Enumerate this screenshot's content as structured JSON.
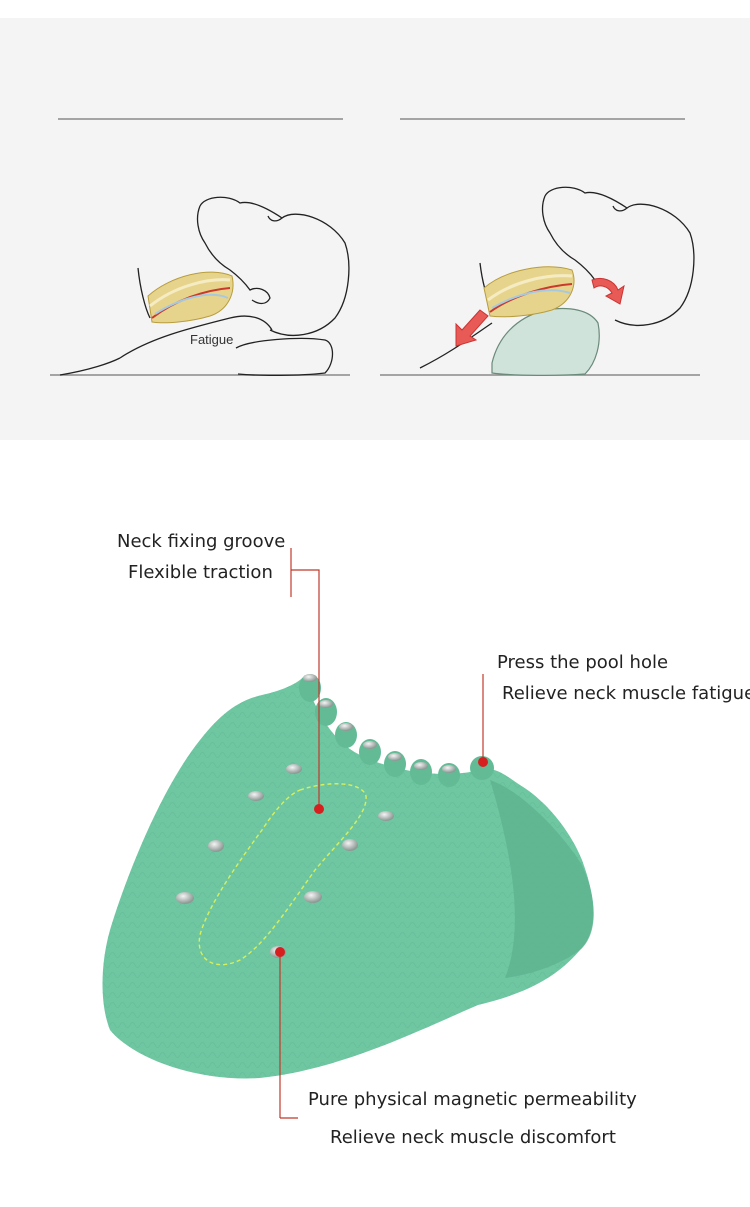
{
  "comparison": {
    "left_label": "Fatigue"
  },
  "callouts": {
    "groove": {
      "line1": "Neck fixing groove",
      "line2": "Flexible traction"
    },
    "pool_hole": {
      "line1": "Press the pool hole",
      "line2": "Relieve neck muscle fatigue"
    },
    "magnetic": {
      "line1": "Pure physical magnetic permeability",
      "line2": "Relieve neck muscle discomfort"
    }
  },
  "colors": {
    "pillow_green": "#6fc7a2",
    "callout_red": "#c0392b",
    "groove_outline": "#d8f05a",
    "support_tint": "#cfe3da"
  },
  "icons": [
    "arrow-down-left-icon",
    "arrow-curl-icon",
    "dot-marker-icon"
  ]
}
